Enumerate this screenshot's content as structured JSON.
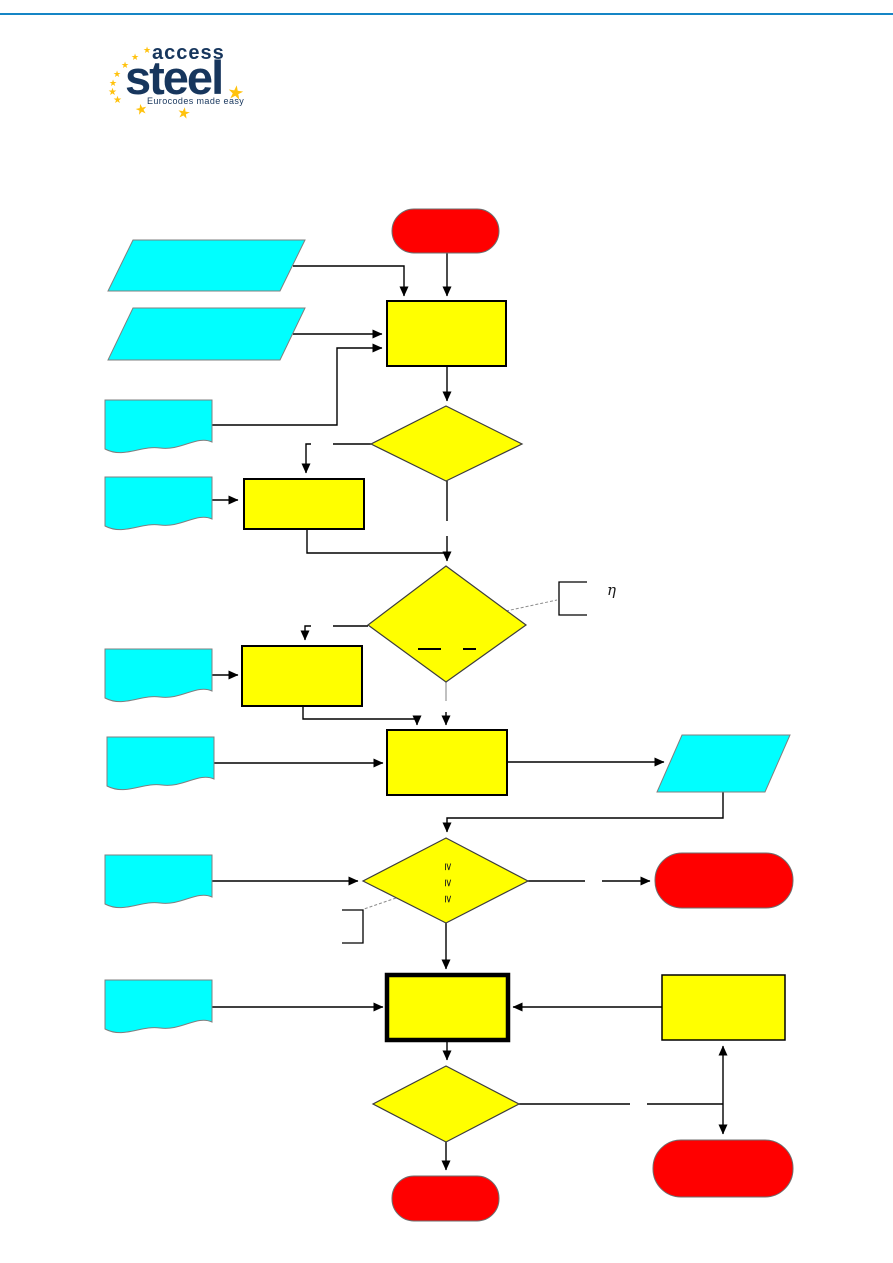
{
  "colors": {
    "terminator": "#FF0000",
    "process": "#FFFF00",
    "data_shape": "#00FFFF",
    "connector": "#000000",
    "top_rule": "#1585C5",
    "logo_navy": "#17365D",
    "star_gold": "#FFC20E",
    "annotation_gray": "#8C8C8C"
  },
  "logo": {
    "access": "access",
    "steel": "steel",
    "tagline": "Eurocodes made easy",
    "star": "★"
  },
  "annotations": {
    "eta": "η",
    "inequality_stack": "≥ ≥ ≥"
  },
  "flowchart": {
    "shape_inventory": [
      {
        "name": "start-terminator",
        "type": "terminator",
        "text": ""
      },
      {
        "name": "input-parallelogram-1",
        "type": "data",
        "text": ""
      },
      {
        "name": "input-parallelogram-2",
        "type": "data",
        "text": ""
      },
      {
        "name": "process-1",
        "type": "process",
        "text": ""
      },
      {
        "name": "document-1",
        "type": "document",
        "text": ""
      },
      {
        "name": "decision-1",
        "type": "decision",
        "text": ""
      },
      {
        "name": "document-2",
        "type": "document",
        "text": ""
      },
      {
        "name": "process-small-1",
        "type": "process",
        "text": ""
      },
      {
        "name": "decision-2",
        "type": "decision",
        "text": ""
      },
      {
        "name": "document-3",
        "type": "document",
        "text": ""
      },
      {
        "name": "process-small-2",
        "type": "process",
        "text": ""
      },
      {
        "name": "document-4",
        "type": "document",
        "text": ""
      },
      {
        "name": "process-2",
        "type": "process",
        "text": ""
      },
      {
        "name": "output-parallelogram",
        "type": "data",
        "text": ""
      },
      {
        "name": "document-5",
        "type": "document",
        "text": ""
      },
      {
        "name": "decision-3",
        "type": "decision",
        "text": ""
      },
      {
        "name": "terminator-not-ok-1",
        "type": "terminator",
        "text": ""
      },
      {
        "name": "document-6",
        "type": "document",
        "text": ""
      },
      {
        "name": "process-3-thick",
        "type": "process",
        "text": ""
      },
      {
        "name": "process-4",
        "type": "process",
        "text": ""
      },
      {
        "name": "decision-4",
        "type": "decision",
        "text": ""
      },
      {
        "name": "end-terminator",
        "type": "terminator",
        "text": ""
      },
      {
        "name": "terminator-not-ok-2",
        "type": "terminator",
        "text": ""
      }
    ]
  }
}
